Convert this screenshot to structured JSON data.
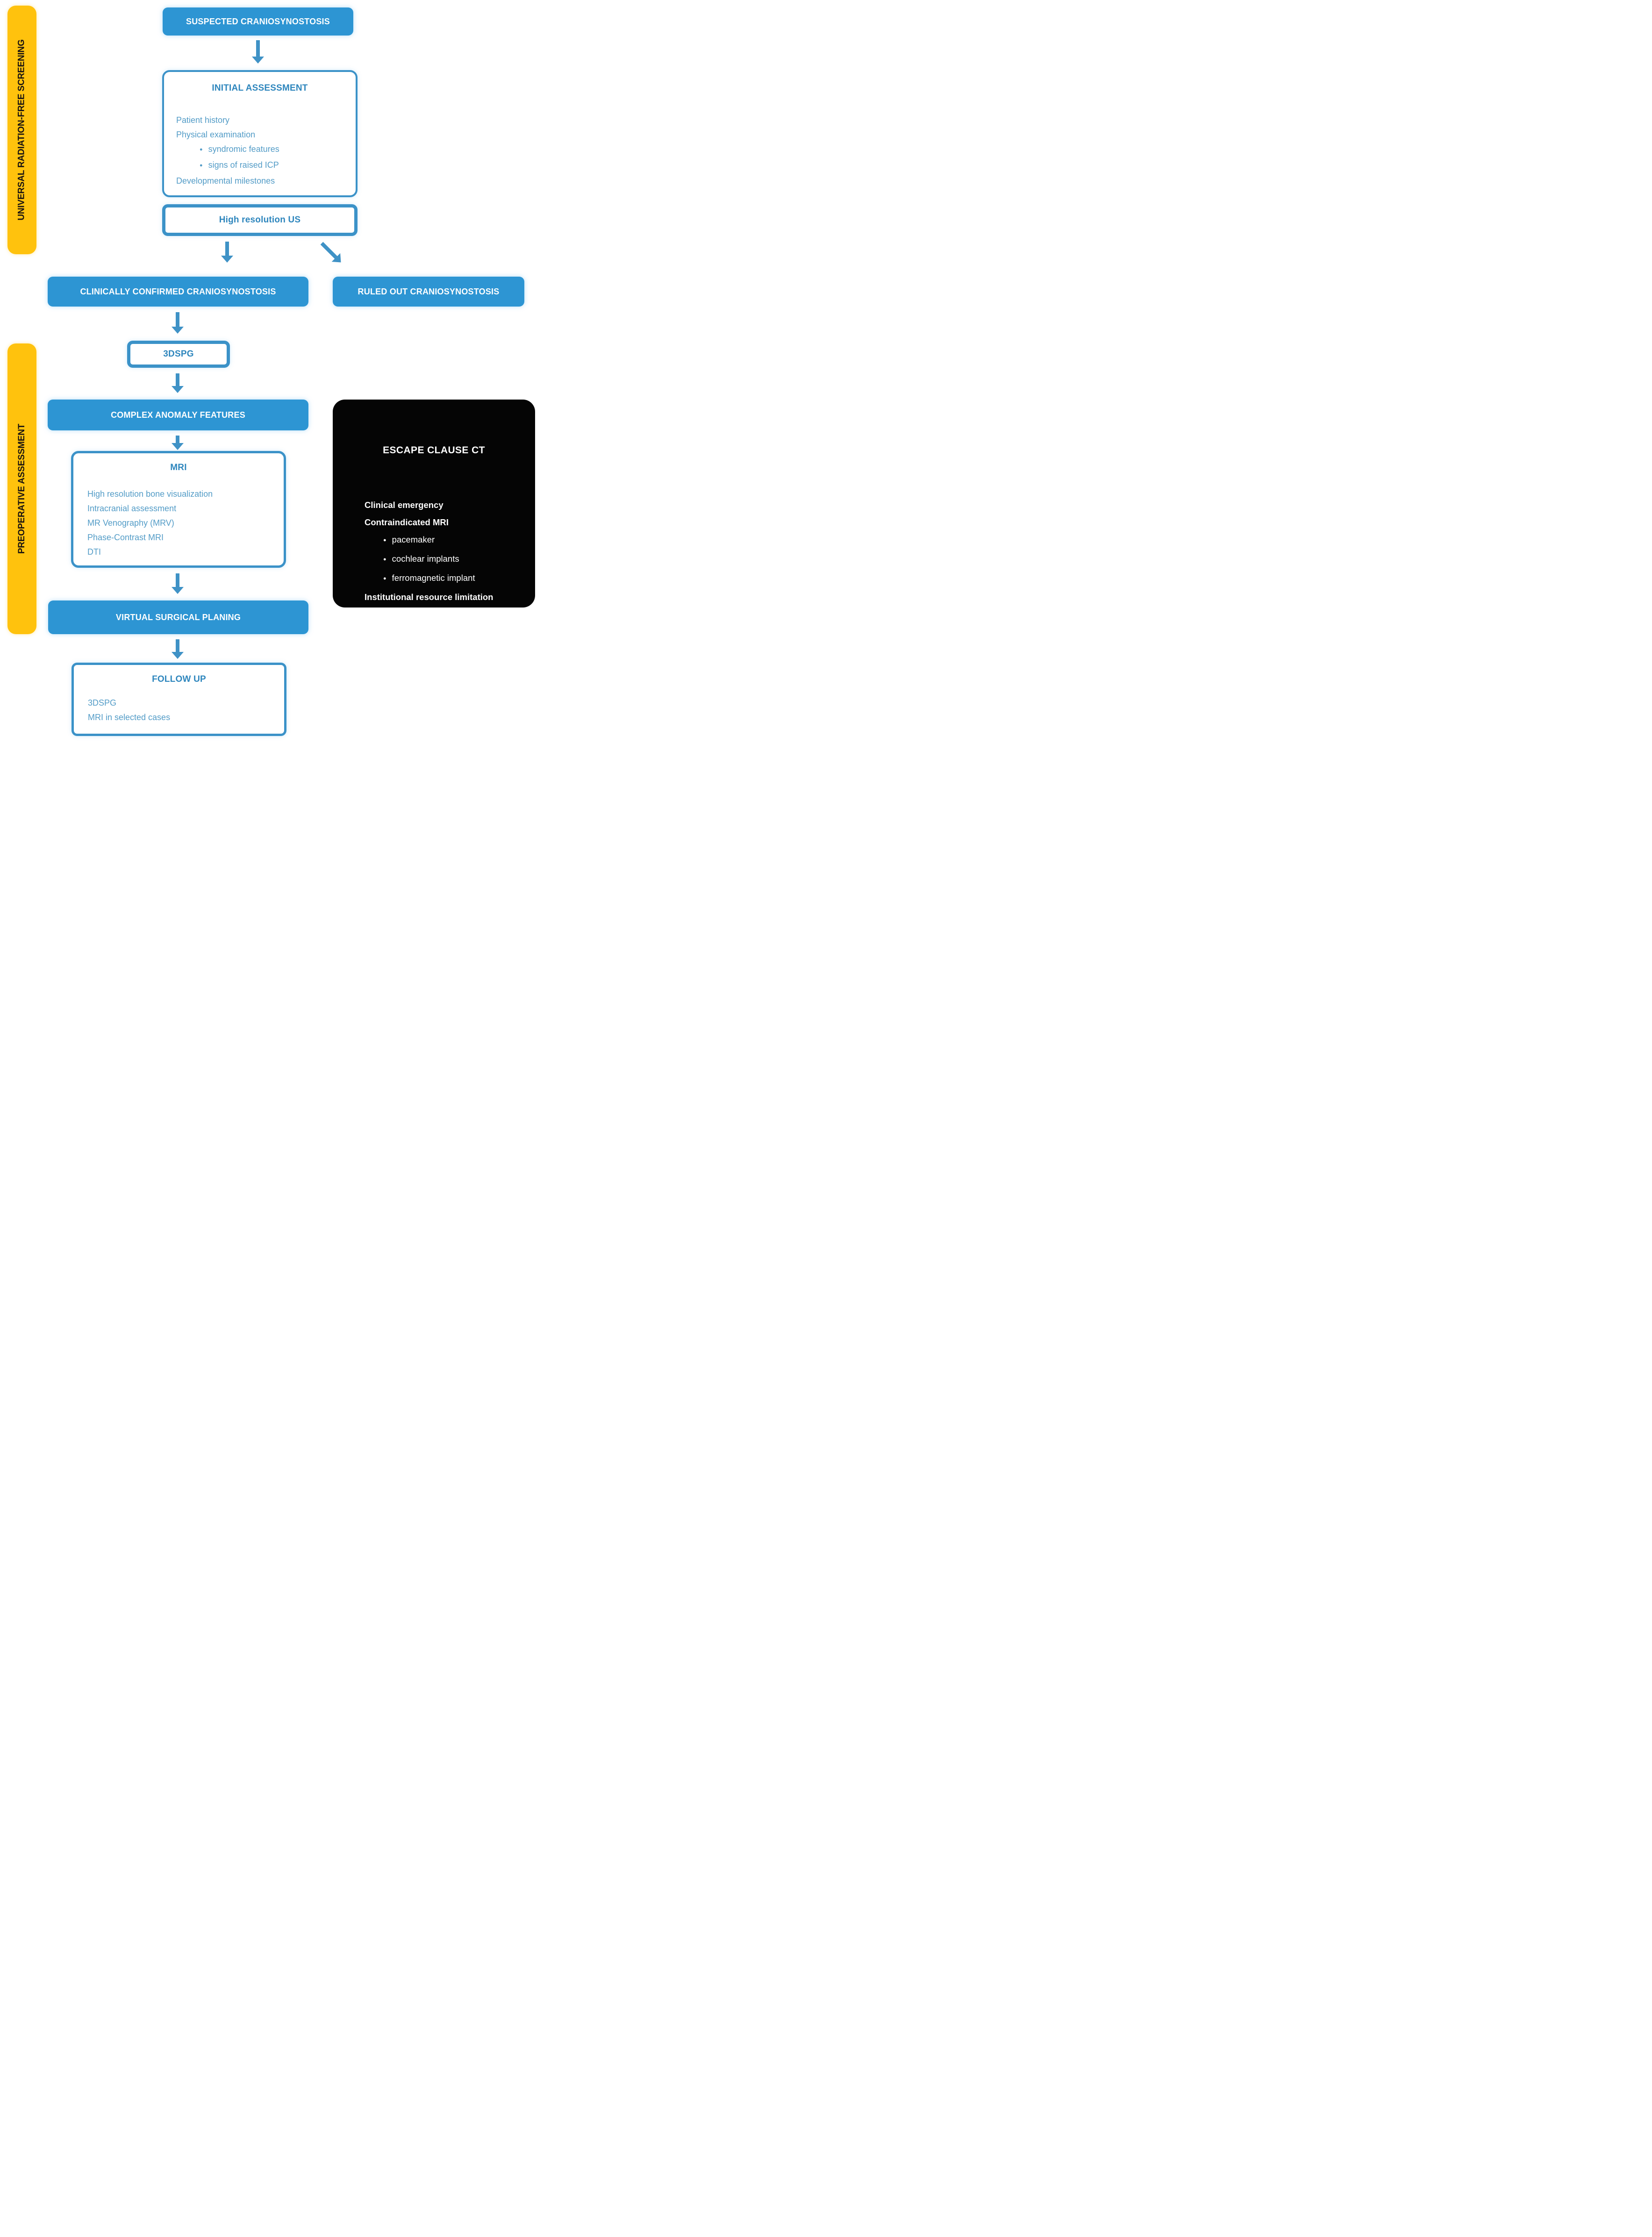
{
  "palette": {
    "blue-fill": "#2D95D3",
    "blue-border": "#3B92C8",
    "blue-arrow": "#3F92C6",
    "blue-title": "#2E86BD",
    "blue-text": "#539CC7",
    "yellow": "#FFC20D",
    "black-box": "#050505",
    "white": "#FFFFFF"
  },
  "icons": {
    "arrow_down": "solid blue down arrow",
    "arrow_down_right": "solid blue diagonal down-right arrow"
  },
  "sections": [
    {
      "label": "UNIVERSAL RADIATION-FREE SCREENING"
    },
    {
      "label": "PREOPERATIVE ASSESSMENT"
    }
  ],
  "nodes": {
    "suspected": {
      "label": "SUSPECTED CRANIOSYNOSTOSIS"
    },
    "initial": {
      "title": "INITIAL ASSESSMENT",
      "lines": [
        "Patient history",
        "Physical examination"
      ],
      "bullets": [
        "syndromic features",
        "signs of raised ICP"
      ],
      "footer_lines": [
        "Developmental milestones"
      ]
    },
    "us": {
      "label": "High resolution US"
    },
    "confirmed": {
      "label": "CLINICALLY CONFIRMED CRANIOSYNOSTOSIS"
    },
    "ruled_out": {
      "label": "RULED OUT CRANIOSYNOSTOSIS"
    },
    "spg": {
      "label": "3DSPG"
    },
    "complex": {
      "label": "COMPLEX ANOMALY FEATURES"
    },
    "mri": {
      "title": "MRI",
      "lines": [
        "High resolution bone visualization",
        "Intracranial assessment",
        "MR Venography (MRV)",
        "Phase-Contrast MRI",
        "DTI"
      ]
    },
    "escape": {
      "title": "ESCAPE CLAUSE CT",
      "lines": [
        "Clinical emergency",
        "Contraindicated MRI"
      ],
      "bullets": [
        "pacemaker",
        "cochlear implants",
        "ferromagnetic implant"
      ],
      "footer_lines": [
        "Institutional resource limitation"
      ]
    },
    "vsp": {
      "label": "VIRTUAL SURGICAL PLANING"
    },
    "follow_up": {
      "title": "FOLLOW UP",
      "lines": [
        "3DSPG",
        "MRI in selected cases"
      ]
    }
  }
}
